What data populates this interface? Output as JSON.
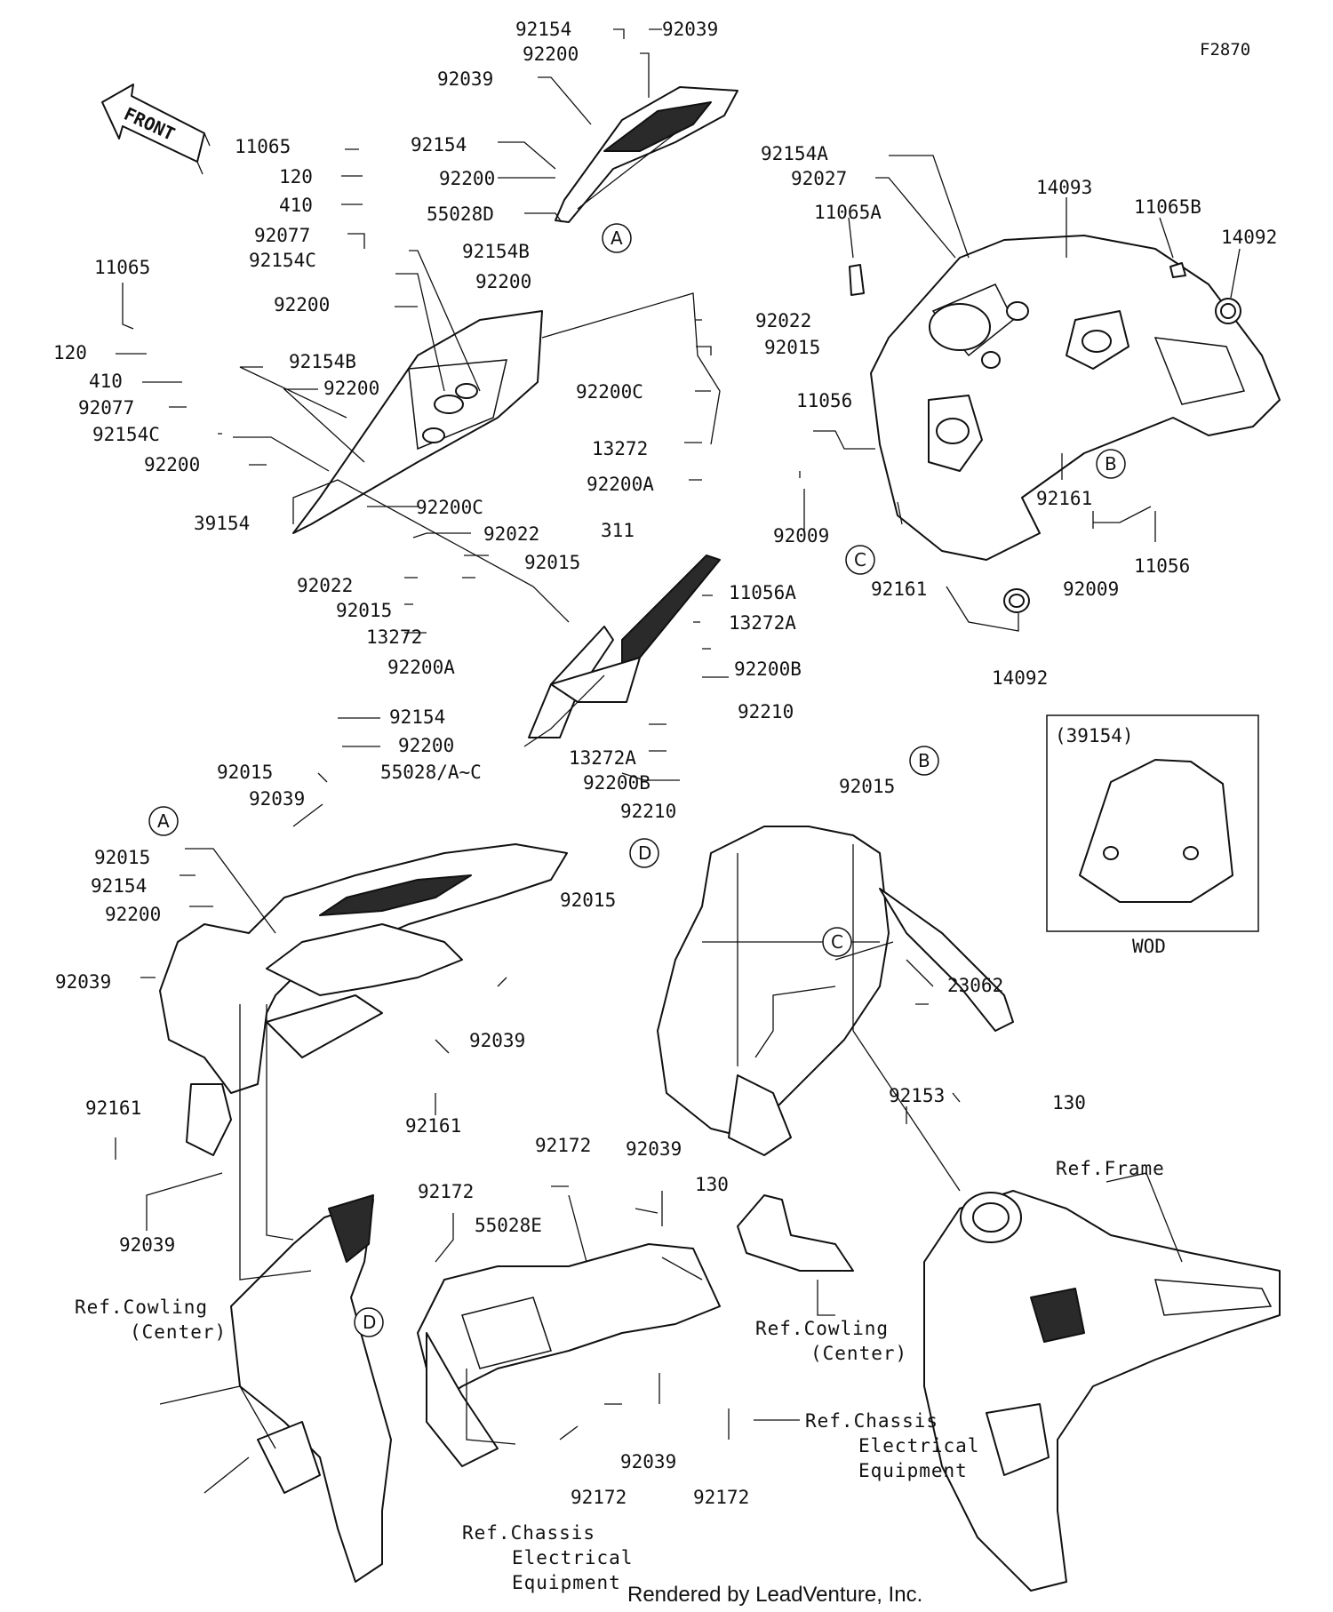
{
  "figure_id": "F2870",
  "front_label": "FRONT",
  "footer": "Rendered by LeadVenture, Inc.",
  "inset": {
    "title": "(39154)",
    "caption": "WOD"
  },
  "labels": {
    "l92154_a": "92154",
    "l92039_a": "92039",
    "l92200_a": "92200",
    "l92039_b": "92039",
    "l11065_a": "11065",
    "l120_a": "120",
    "l410_a": "410",
    "l92154_b": "92154",
    "l92200_b": "92200",
    "l55028D": "55028D",
    "l92077_a": "92077",
    "l92154B_a": "92154B",
    "l92154C_a": "92154C",
    "l92200_c": "92200",
    "l92200_d": "92200",
    "l11065_b": "11065",
    "l120_b": "120",
    "l410_b": "410",
    "l92154B_b": "92154B",
    "l92200_e": "92200",
    "l92077_b": "92077",
    "l92154C_b": "92154C",
    "l92200_f": "92200",
    "l39154": "39154",
    "l92200C_a": "92200C",
    "l92022_a": "92022",
    "l92015_a": "92015",
    "l92022_b": "92022",
    "l92015_b": "92015",
    "l13272_a": "13272",
    "l92200A_a": "92200A",
    "l92022_c": "92022",
    "l92015_c": "92015",
    "l92200C_b": "92200C",
    "l13272_b": "13272",
    "l92200A_b": "92200A",
    "l311": "311",
    "l11056A": "11056A",
    "l13272A_a": "13272A",
    "l92200B_a": "92200B",
    "l92210_a": "92210",
    "l92154A": "92154A",
    "l92027": "92027",
    "l14093": "14093",
    "l11065A": "11065A",
    "l11065B": "11065B",
    "l14092_a": "14092",
    "l11056_a": "11056",
    "l92009_a": "92009",
    "l92161_a": "92161",
    "l92161_b": "92161",
    "l92009_b": "92009",
    "l11056_b": "11056",
    "l14092_b": "14092",
    "l92154_c": "92154",
    "l92200_g": "92200",
    "l92015_d": "92015",
    "l92039_c": "92039",
    "l55028AC": "55028/A~C",
    "l92015_e": "92015",
    "l92154_d": "92154",
    "l92200_h": "92200",
    "l92039_d": "92039",
    "l92039_e": "92039",
    "l92161_c": "92161",
    "l92161_d": "92161",
    "l92039_f": "92039",
    "l13272A_b": "13272A",
    "l92200B_b": "92200B",
    "l92210_b": "92210",
    "l92015_f": "92015",
    "l92015_g": "92015",
    "l23062": "23062",
    "l92153": "92153",
    "l130_a": "130",
    "l92172_a": "92172",
    "l92039_g": "92039",
    "l130_b": "130",
    "l92172_b": "92172",
    "l55028E": "55028E",
    "l92039_h": "92039",
    "l92172_c": "92172",
    "l92172_d": "92172"
  },
  "refs": {
    "cowling_center_left_1": "Ref.Cowling",
    "cowling_center_left_2": "(Center)",
    "cowling_center_right_1": "Ref.Cowling",
    "cowling_center_right_2": "(Center)",
    "frame": "Ref.Frame",
    "chassis_right_1": "Ref.Chassis",
    "chassis_right_2": "Electrical",
    "chassis_right_3": "Equipment",
    "chassis_bottom_1": "Ref.Chassis",
    "chassis_bottom_2": "Electrical",
    "chassis_bottom_3": "Equipment"
  },
  "callouts": {
    "a_top": "A",
    "a_left": "A",
    "b_right": "B",
    "b_frame": "B",
    "c_right": "C",
    "c_frame": "C",
    "d_mid": "D",
    "d_lower": "D"
  }
}
